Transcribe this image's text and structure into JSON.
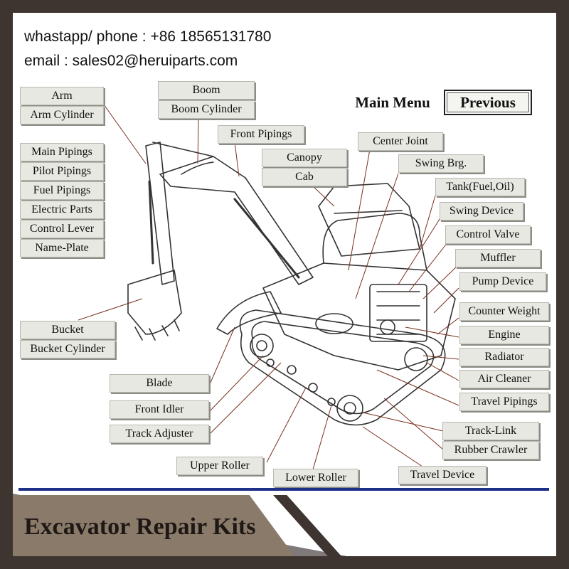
{
  "contact": {
    "phone_line": "whastapp/ phone  : +86 18565131780",
    "email_line": "email  : sales02@heruiparts.com"
  },
  "menu": {
    "main_menu": "Main Menu",
    "previous": "Previous"
  },
  "labels": {
    "arm": "Arm",
    "arm_cylinder": "Arm Cylinder",
    "boom": "Boom",
    "boom_cylinder": "Boom Cylinder",
    "front_pipings": "Front Pipings",
    "canopy": "Canopy",
    "cab": "Cab",
    "center_joint": "Center Joint",
    "swing_brg": "Swing Brg.",
    "tank": "Tank(Fuel,Oil)",
    "swing_device": "Swing Device",
    "control_valve": "Control Valve",
    "muffler": "Muffler",
    "pump_device": "Pump Device",
    "counter_weight": "Counter Weight",
    "engine": "Engine",
    "radiator": "Radiator",
    "air_cleaner": "Air Cleaner",
    "travel_pipings": "Travel Pipings",
    "track_link": "Track-Link",
    "rubber_crawler": "Rubber Crawler",
    "travel_device": "Travel Device",
    "lower_roller": "Lower Roller",
    "upper_roller": "Upper Roller",
    "track_adjuster": "Track Adjuster",
    "front_idler": "Front Idler",
    "blade": "Blade",
    "bucket": "Bucket",
    "bucket_cylinder": "Bucket Cylinder",
    "main_pipings": "Main Pipings",
    "pilot_pipings": "Pilot Pipings",
    "fuel_pipings": "Fuel Pipings",
    "electric_parts": "Electric Parts",
    "control_lever": "Control Lever",
    "name_plate": "Name-Plate"
  },
  "banner": {
    "title": "Excavator Repair Kits"
  },
  "colors": {
    "frame": "#3e3430",
    "banner": "#8a7a6a",
    "accent_line": "#1d2f86",
    "label_bg": "#e8e8e2"
  }
}
